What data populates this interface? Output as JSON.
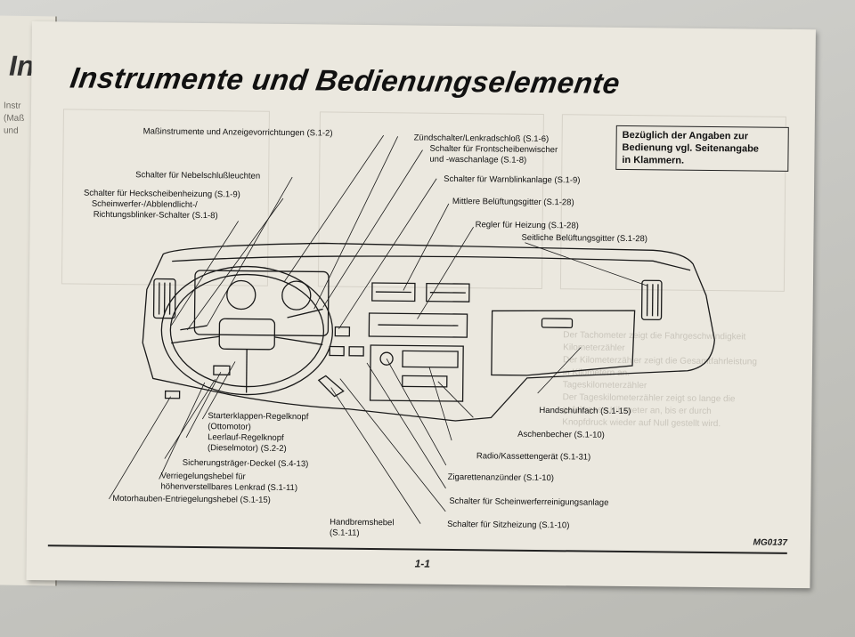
{
  "title": "Instrumente und Bedienungselemente",
  "note": [
    "Bezüglich der Angaben zur",
    "Bedienung vgl. Seitenangabe",
    "in Klammern."
  ],
  "labels": [
    "Maßinstrumente und Anzeigevorrichtungen (S.1-2)",
    "Zündschalter/Lenkradschloß (S.1-6)",
    "Schalter für Frontscheibenwischer",
    "und -waschanlage (S.1-8)",
    "Schalter für Nebelschlußleuchten",
    "Schalter für Warnblinkanlage (S.1-9)",
    "Schalter für Heckscheibenheizung (S.1-9)",
    "Scheinwerfer-/Abblendlicht-/",
    "Richtungsblinker-Schalter (S.1-8)",
    "Mittlere Belüftungsgitter (S.1-28)",
    "Regler für Heizung (S.1-28)",
    "Seitliche Belüftungsgitter (S.1-28)",
    "Handschuhfach (S.1-15)",
    "Aschenbecher (S.1-10)",
    "Radio/Kassettengerät (S.1-31)",
    "Zigarettenanzünder (S.1-10)",
    "Schalter für Scheinwerferreinigungsanlage",
    "Schalter für Sitzheizung (S.1-10)",
    "Starterklappen-Regelknopf",
    "(Ottomotor)",
    "Leerlauf-Regelknopf",
    "(Dieselmotor) (S.2-2)",
    "Sicherungsträger-Deckel (S.4-13)",
    "Verriegelungshebel für",
    "höhenverstellbares Lenkrad (S.1-11)",
    "Motorhauben-Entriegelungshebel (S.1-15)",
    "Handbremshebel",
    "(S.1-11)"
  ],
  "figure_code": "MG0137",
  "page_number": "1-1",
  "left_page": {
    "heading": "In",
    "lines": [
      "Instr",
      "(Maß",
      "und"
    ]
  }
}
